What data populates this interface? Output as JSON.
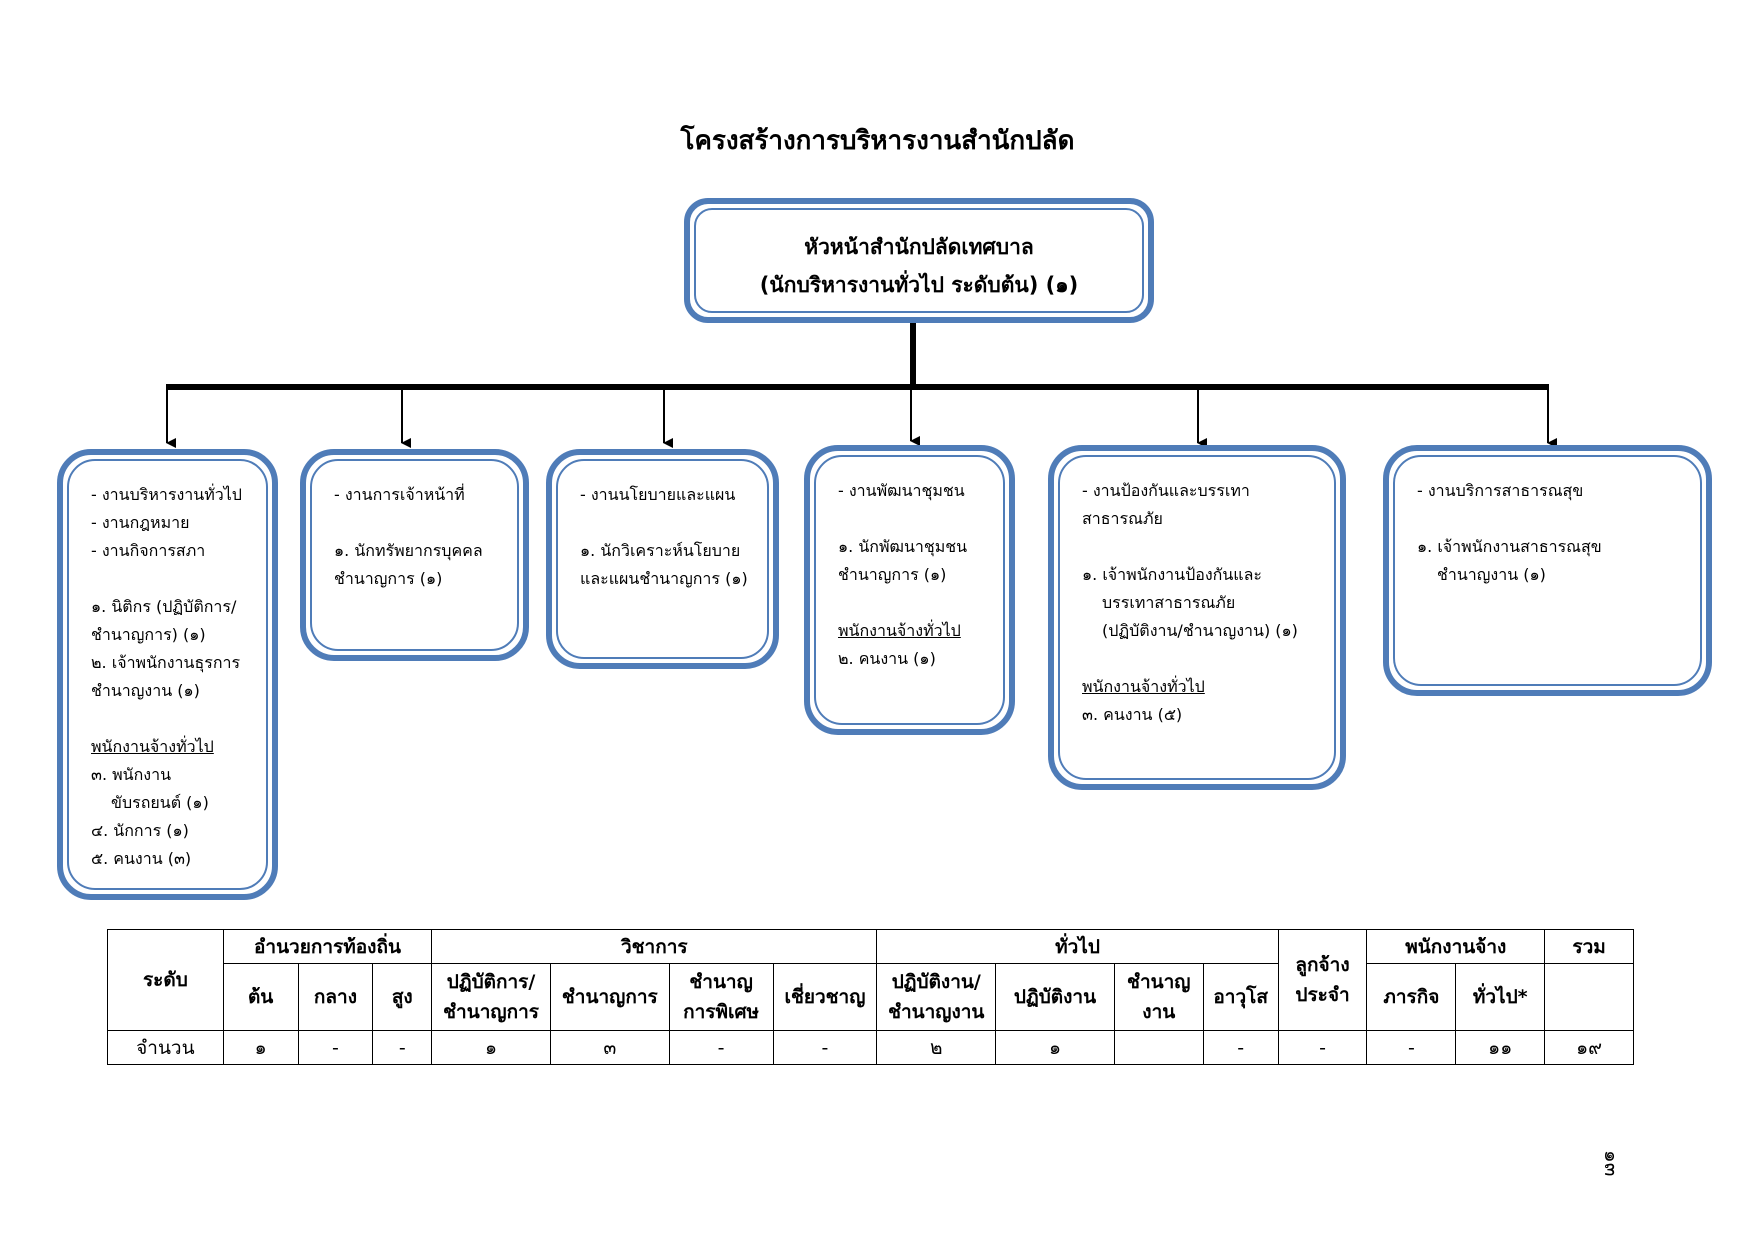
{
  "title": "โครงสร้างการบริหารงานสำนักปลัด",
  "head": {
    "line1": "หัวหน้าสำนักปลัดเทศบาล",
    "line2": "(นักบริหารงานทั่วไป ระดับต้น) (๑)"
  },
  "units": [
    {
      "lines": [
        {
          "text": "- งานบริหารงานทั่วไป",
          "style": "bold"
        },
        {
          "text": "- งานกฎหมาย",
          "style": "bold"
        },
        {
          "text": "- งานกิจการสภา",
          "style": "bold"
        },
        {
          "text": "",
          "style": "gap"
        },
        {
          "text": "๑. นิติกร (ปฏิบัติการ/",
          "style": ""
        },
        {
          "text": "ชำนาญการ) (๑)",
          "style": ""
        },
        {
          "text": "๒. เจ้าพนักงานธุรการ",
          "style": ""
        },
        {
          "text": "ชำนาญงาน (๑)",
          "style": ""
        },
        {
          "text": "",
          "style": "gap"
        },
        {
          "text": "พนักงานจ้างทั่วไป",
          "style": "u"
        },
        {
          "text": "๓. พนักงาน",
          "style": ""
        },
        {
          "text": "ขับรถยนต์ (๑)",
          "style": "ind"
        },
        {
          "text": "๔. นักการ (๑)",
          "style": ""
        },
        {
          "text": "๕. คนงาน (๓)",
          "style": ""
        }
      ]
    },
    {
      "lines": [
        {
          "text": "- งานการเจ้าหน้าที่",
          "style": "bold"
        },
        {
          "text": "",
          "style": "gap"
        },
        {
          "text": "๑. นักทรัพยากรบุคคล",
          "style": ""
        },
        {
          "text": "ชำนาญการ (๑)",
          "style": ""
        }
      ]
    },
    {
      "lines": [
        {
          "text": "- งานนโยบายและแผน",
          "style": "bold"
        },
        {
          "text": "",
          "style": "gap"
        },
        {
          "text": "๑. นักวิเคราะห์นโยบาย",
          "style": ""
        },
        {
          "text": "และแผนชำนาญการ (๑)",
          "style": ""
        }
      ]
    },
    {
      "lines": [
        {
          "text": "- งานพัฒนาชุมชน",
          "style": "bold"
        },
        {
          "text": "",
          "style": "gap"
        },
        {
          "text": "๑. นักพัฒนาชุมชน",
          "style": ""
        },
        {
          "text": "ชำนาญการ (๑)",
          "style": ""
        },
        {
          "text": "",
          "style": "gap"
        },
        {
          "text": "พนักงานจ้างทั่วไป",
          "style": "u"
        },
        {
          "text": "๒. คนงาน (๑)",
          "style": ""
        }
      ]
    },
    {
      "lines": [
        {
          "text": "- งานป้องกันและบรรเทา",
          "style": "bold"
        },
        {
          "text": "สาธารณภัย",
          "style": "bold"
        },
        {
          "text": "",
          "style": "gap"
        },
        {
          "text": "๑. เจ้าพนักงานป้องกันและ",
          "style": ""
        },
        {
          "text": "บรรเทาสาธารณภัย",
          "style": "ind"
        },
        {
          "text": "(ปฏิบัติงาน/ชำนาญงาน) (๑)",
          "style": "ind"
        },
        {
          "text": "",
          "style": "gap"
        },
        {
          "text": "พนักงานจ้างทั่วไป",
          "style": "u"
        },
        {
          "text": "๓. คนงาน (๕)",
          "style": ""
        }
      ]
    },
    {
      "lines": [
        {
          "text": "- งานบริการสาธารณสุข",
          "style": "bold"
        },
        {
          "text": "",
          "style": "gap"
        },
        {
          "text": "๑. เจ้าพนักงานสาธารณสุข",
          "style": ""
        },
        {
          "text": "ชำนาญงาน (๑)",
          "style": "ind"
        }
      ]
    }
  ],
  "table": {
    "level_label": "ระดับ",
    "count_label": "จำนวน",
    "groups": [
      "อำนวยการท้องถิ่น",
      "วิชาการ",
      "ทั่วไป",
      "ลูกจ้าง\nประจำ",
      "พนักงานจ้าง",
      "รวม"
    ],
    "subheaders": [
      "ต้น",
      "กลาง",
      "สูง",
      "ปฏิบัติการ/\nชำนาญการ",
      "ชำนาญการ",
      "ชำนาญ\nการพิเศษ",
      "เชี่ยวชาญ",
      "ปฏิบัติงาน/\nชำนาญงาน",
      "ปฏิบัติงาน",
      "ชำนาญ\nงาน",
      "อาวุโส",
      "ภารกิจ",
      "ทั่วไป*"
    ],
    "values": [
      "๑",
      "-",
      "-",
      "๑",
      "๓",
      "-",
      "-",
      "๒",
      "๑",
      "",
      "-",
      "-",
      "-",
      "๑๑",
      "๑๙"
    ]
  },
  "page_number": "๑๓",
  "colors": {
    "box_border": "#4f7cb8",
    "connector": "#000000"
  }
}
